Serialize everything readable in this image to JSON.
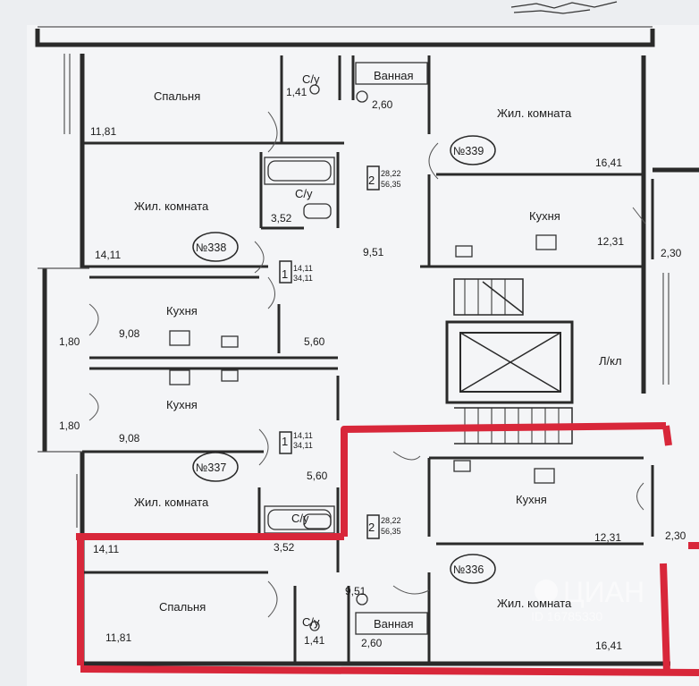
{
  "rooms": {
    "r339_living": {
      "label": "Жил. комната",
      "area": "16,41"
    },
    "r339_kitchen": {
      "label": "Кухня",
      "area": "12,31"
    },
    "r339_hall": {
      "area": "9,51"
    },
    "r339_bath": {
      "label": "Ванная",
      "area": "2,60"
    },
    "r339_wc": {
      "label": "С/у",
      "area": "1,41"
    },
    "r339_bedroom": {
      "label": "Спальня",
      "area": "11,81"
    },
    "r339_balcony": {
      "area": "2,30"
    },
    "r338_living": {
      "label": "Жил. комната",
      "area": "14,11"
    },
    "r338_wc": {
      "label": "С/у",
      "area": "3,52"
    },
    "r338_kitchen": {
      "label": "Кухня",
      "area": "9,08"
    },
    "r338_hall": {
      "area": "5,60"
    },
    "r338_balcony": {
      "area": "1,80"
    },
    "r337_kitchen": {
      "label": "Кухня",
      "area": "9,08"
    },
    "r337_balcony": {
      "area": "1,80"
    },
    "r337_hall": {
      "area": "5,60"
    },
    "r337_living": {
      "label": "Жил. комната",
      "area": "14,11"
    },
    "r337_wc": {
      "label": "С/у",
      "area": "3,52"
    },
    "r336_kitchen": {
      "label": "Кухня",
      "area": "12,31"
    },
    "r336_balcony": {
      "area": "2,30"
    },
    "r336_living": {
      "label": "Жил. комната",
      "area": "16,41"
    },
    "r336_hall": {
      "area": "9,51"
    },
    "r336_bedroom": {
      "label": "Спальня",
      "area": "11,81"
    },
    "r336_wc": {
      "label": "С/у",
      "area": "1,41"
    },
    "r336_bath": {
      "label": "Ванная",
      "area": "2,60"
    },
    "lobby": {
      "label": "Л/кл"
    }
  },
  "apartments": [
    {
      "number": "№339",
      "rooms": "2",
      "living": "28,22",
      "total": "56,35"
    },
    {
      "number": "№338",
      "rooms": "1",
      "living": "14,11",
      "total": "34,11"
    },
    {
      "number": "№337",
      "rooms": "1",
      "living": "14,11",
      "total": "34,11"
    },
    {
      "number": "№336",
      "rooms": "2",
      "living": "28,22",
      "total": "56,35"
    }
  ],
  "watermark": {
    "brand": "ЦИАН",
    "id_text": "ID 16785330"
  },
  "colors": {
    "wall": "#2a2a2a",
    "highlight": "#d8273a",
    "paper": "#f4f5f7"
  }
}
